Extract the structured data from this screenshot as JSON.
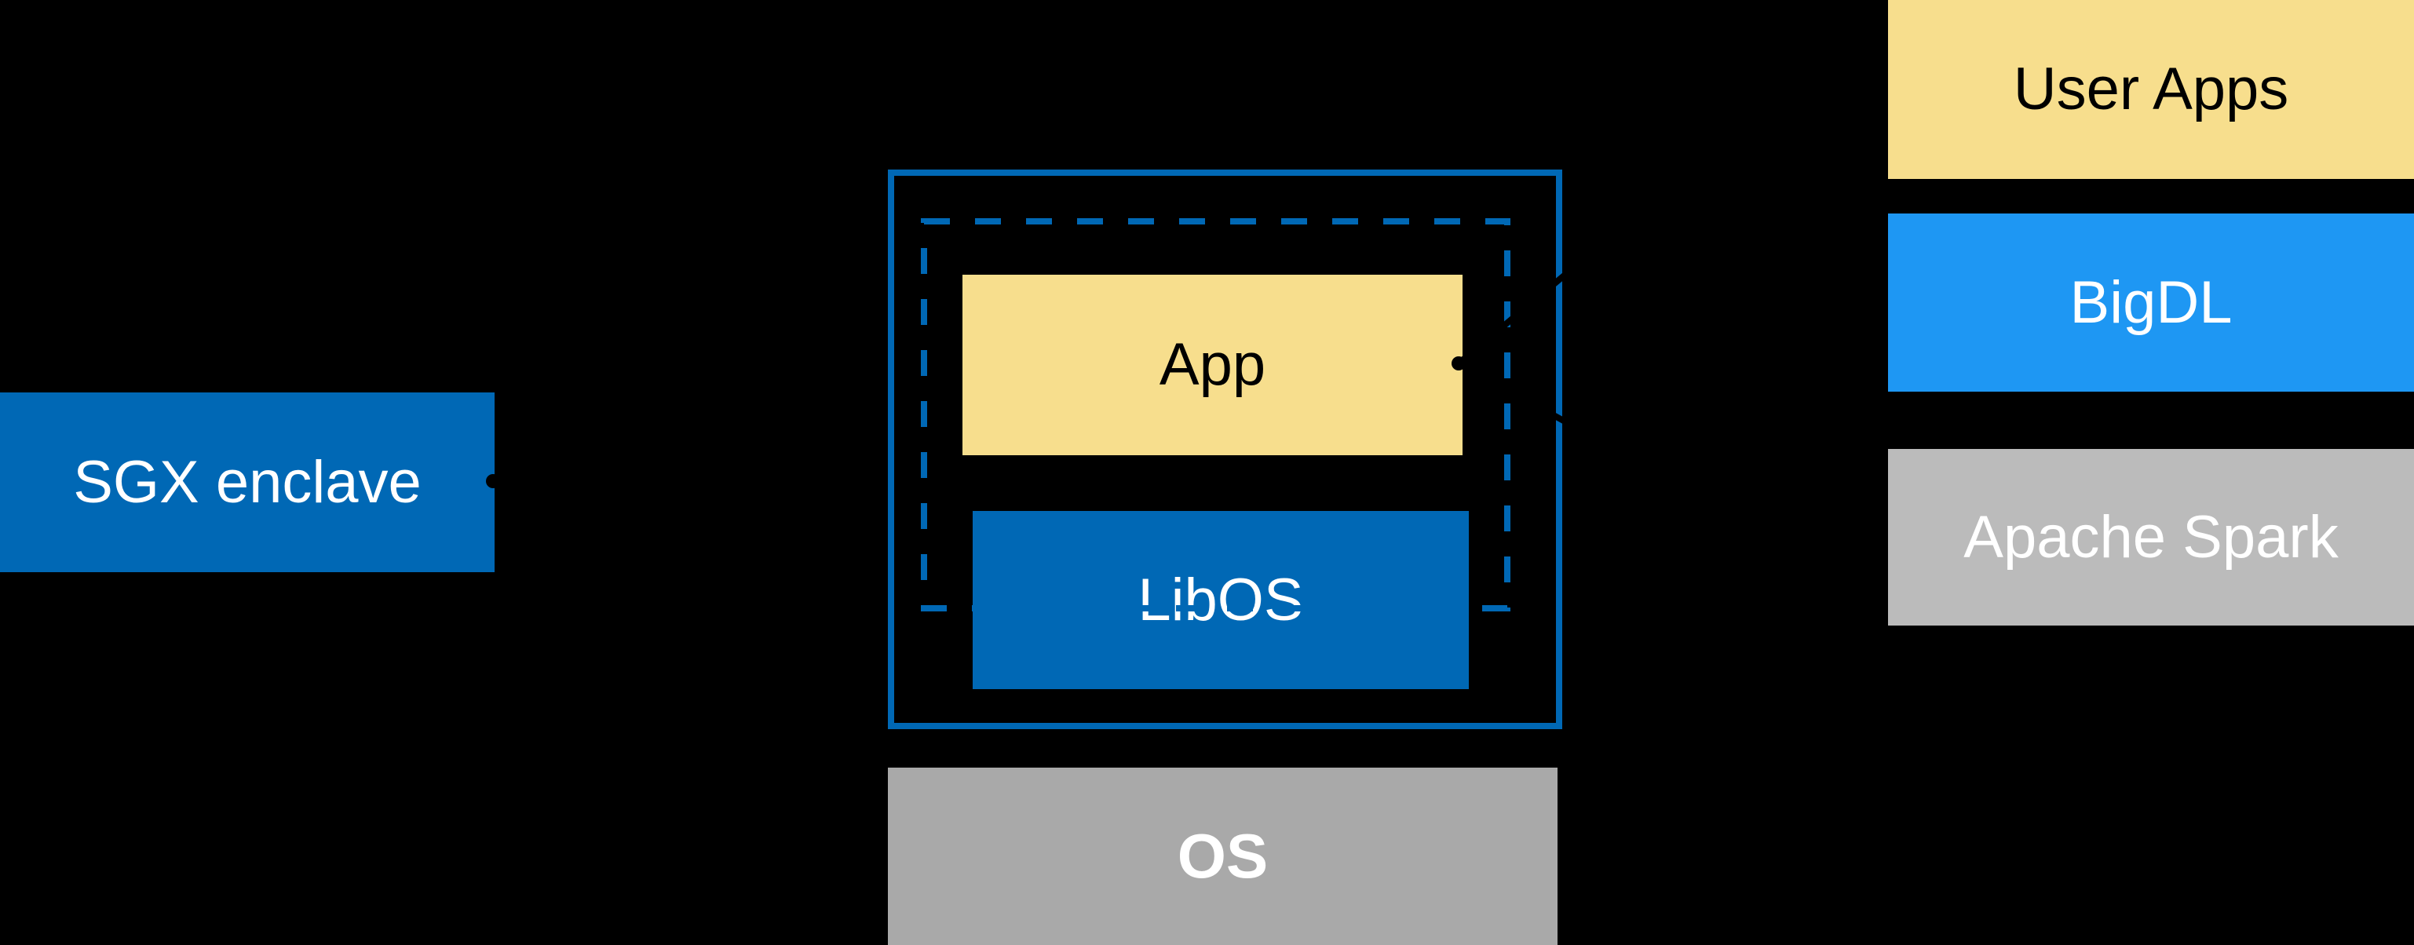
{
  "colors": {
    "background": "#000000",
    "intel-blue": "#0068B5",
    "bigdl-blue": "#1E97F3",
    "panel-yellow": "#F7DE8D",
    "os-gray": "#A9A9A9",
    "spark-gray": "#BBBBBB",
    "connector-black": "#000000",
    "label-light": "#FFFFFF",
    "label-dark": "#000000"
  },
  "diagram": {
    "sgx_enclave_label": "SGX enclave",
    "enclave": {
      "app_label": "App",
      "libos_label": "LibOS"
    },
    "os_label": "OS",
    "stack": {
      "user_apps_label": "User Apps",
      "bigdl_label": "BigDL",
      "spark_label": "Apache Spark"
    }
  }
}
